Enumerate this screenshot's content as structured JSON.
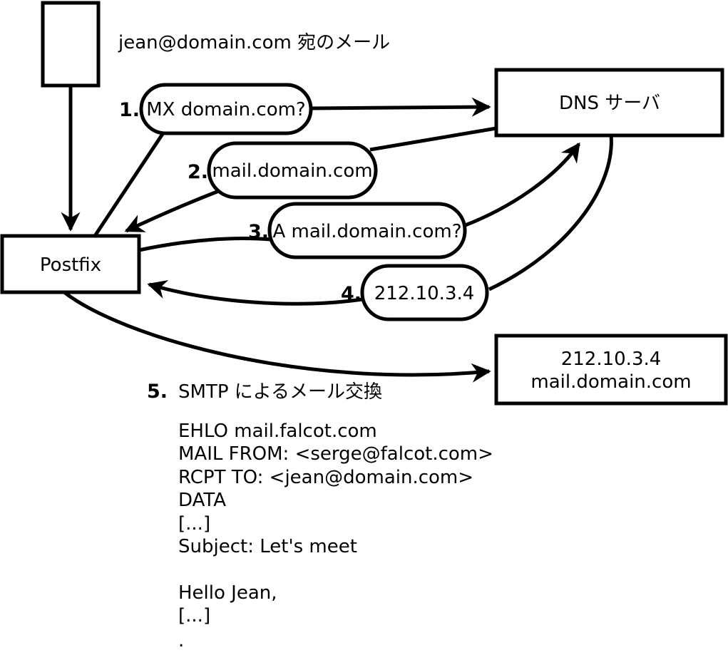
{
  "labels": {
    "incoming_mail": "jean@domain.com 宛のメール"
  },
  "nodes": {
    "postfix": "Postfix",
    "dns_server": "DNS サーバ",
    "dest_ip": "212.10.3.4",
    "dest_host": "mail.domain.com"
  },
  "steps": [
    {
      "num": "1.",
      "label": "MX domain.com?"
    },
    {
      "num": "2.",
      "label": "mail.domain.com"
    },
    {
      "num": "3.",
      "label": "A mail.domain.com?"
    },
    {
      "num": "4.",
      "label": "212.10.3.4"
    },
    {
      "num": "5.",
      "label": "SMTP によるメール交換"
    }
  ],
  "smtp_session": {
    "lines": [
      "EHLO mail.falcot.com",
      "MAIL FROM: <serge@falcot.com>",
      "RCPT TO: <jean@domain.com>",
      "DATA",
      "[...]",
      "Subject: Let's meet",
      "",
      "Hello Jean,",
      "[...]",
      "."
    ]
  },
  "colors": {
    "line": "#000000",
    "background": "#ffffff"
  }
}
